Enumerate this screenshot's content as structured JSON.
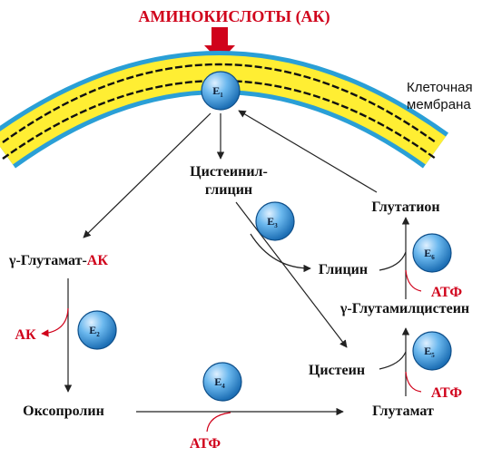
{
  "title": "АМИНОКИСЛОТЫ (АК)",
  "membrane_label_line1": "Клеточная",
  "membrane_label_line2": "мембрана",
  "labels": {
    "cysteinylglycine_line1": "Цистеинил-",
    "cysteinylglycine_line2": "глицин",
    "glutathione": "Глутатион",
    "gamma_glutamyl_prefix": "γ-Глутамат-",
    "gamma_glutamyl_ak": "АК",
    "glycine": "Глицин",
    "gamma_glutamylcysteine": "γ-Глутамилцистеин",
    "cysteine": "Цистеин",
    "oxoproline": "Оксопролин",
    "glutamate": "Глутамат",
    "ak_released": "АК",
    "atp_e4": "АТФ",
    "atp_e5": "АТФ",
    "atp_e6": "АТФ"
  },
  "enzymes": [
    {
      "letter": "E",
      "index": "1"
    },
    {
      "letter": "E",
      "index": "2"
    },
    {
      "letter": "E",
      "index": "3"
    },
    {
      "letter": "E",
      "index": "4"
    },
    {
      "letter": "E",
      "index": "5"
    },
    {
      "letter": "E",
      "index": "6"
    }
  ],
  "colors": {
    "title_red": "#d0021b",
    "membrane_yellow": "#ffee33",
    "membrane_blue": "#2a9fd6",
    "enzyme_fill": "#5aaee8",
    "arrow_red": "#d0021b"
  }
}
